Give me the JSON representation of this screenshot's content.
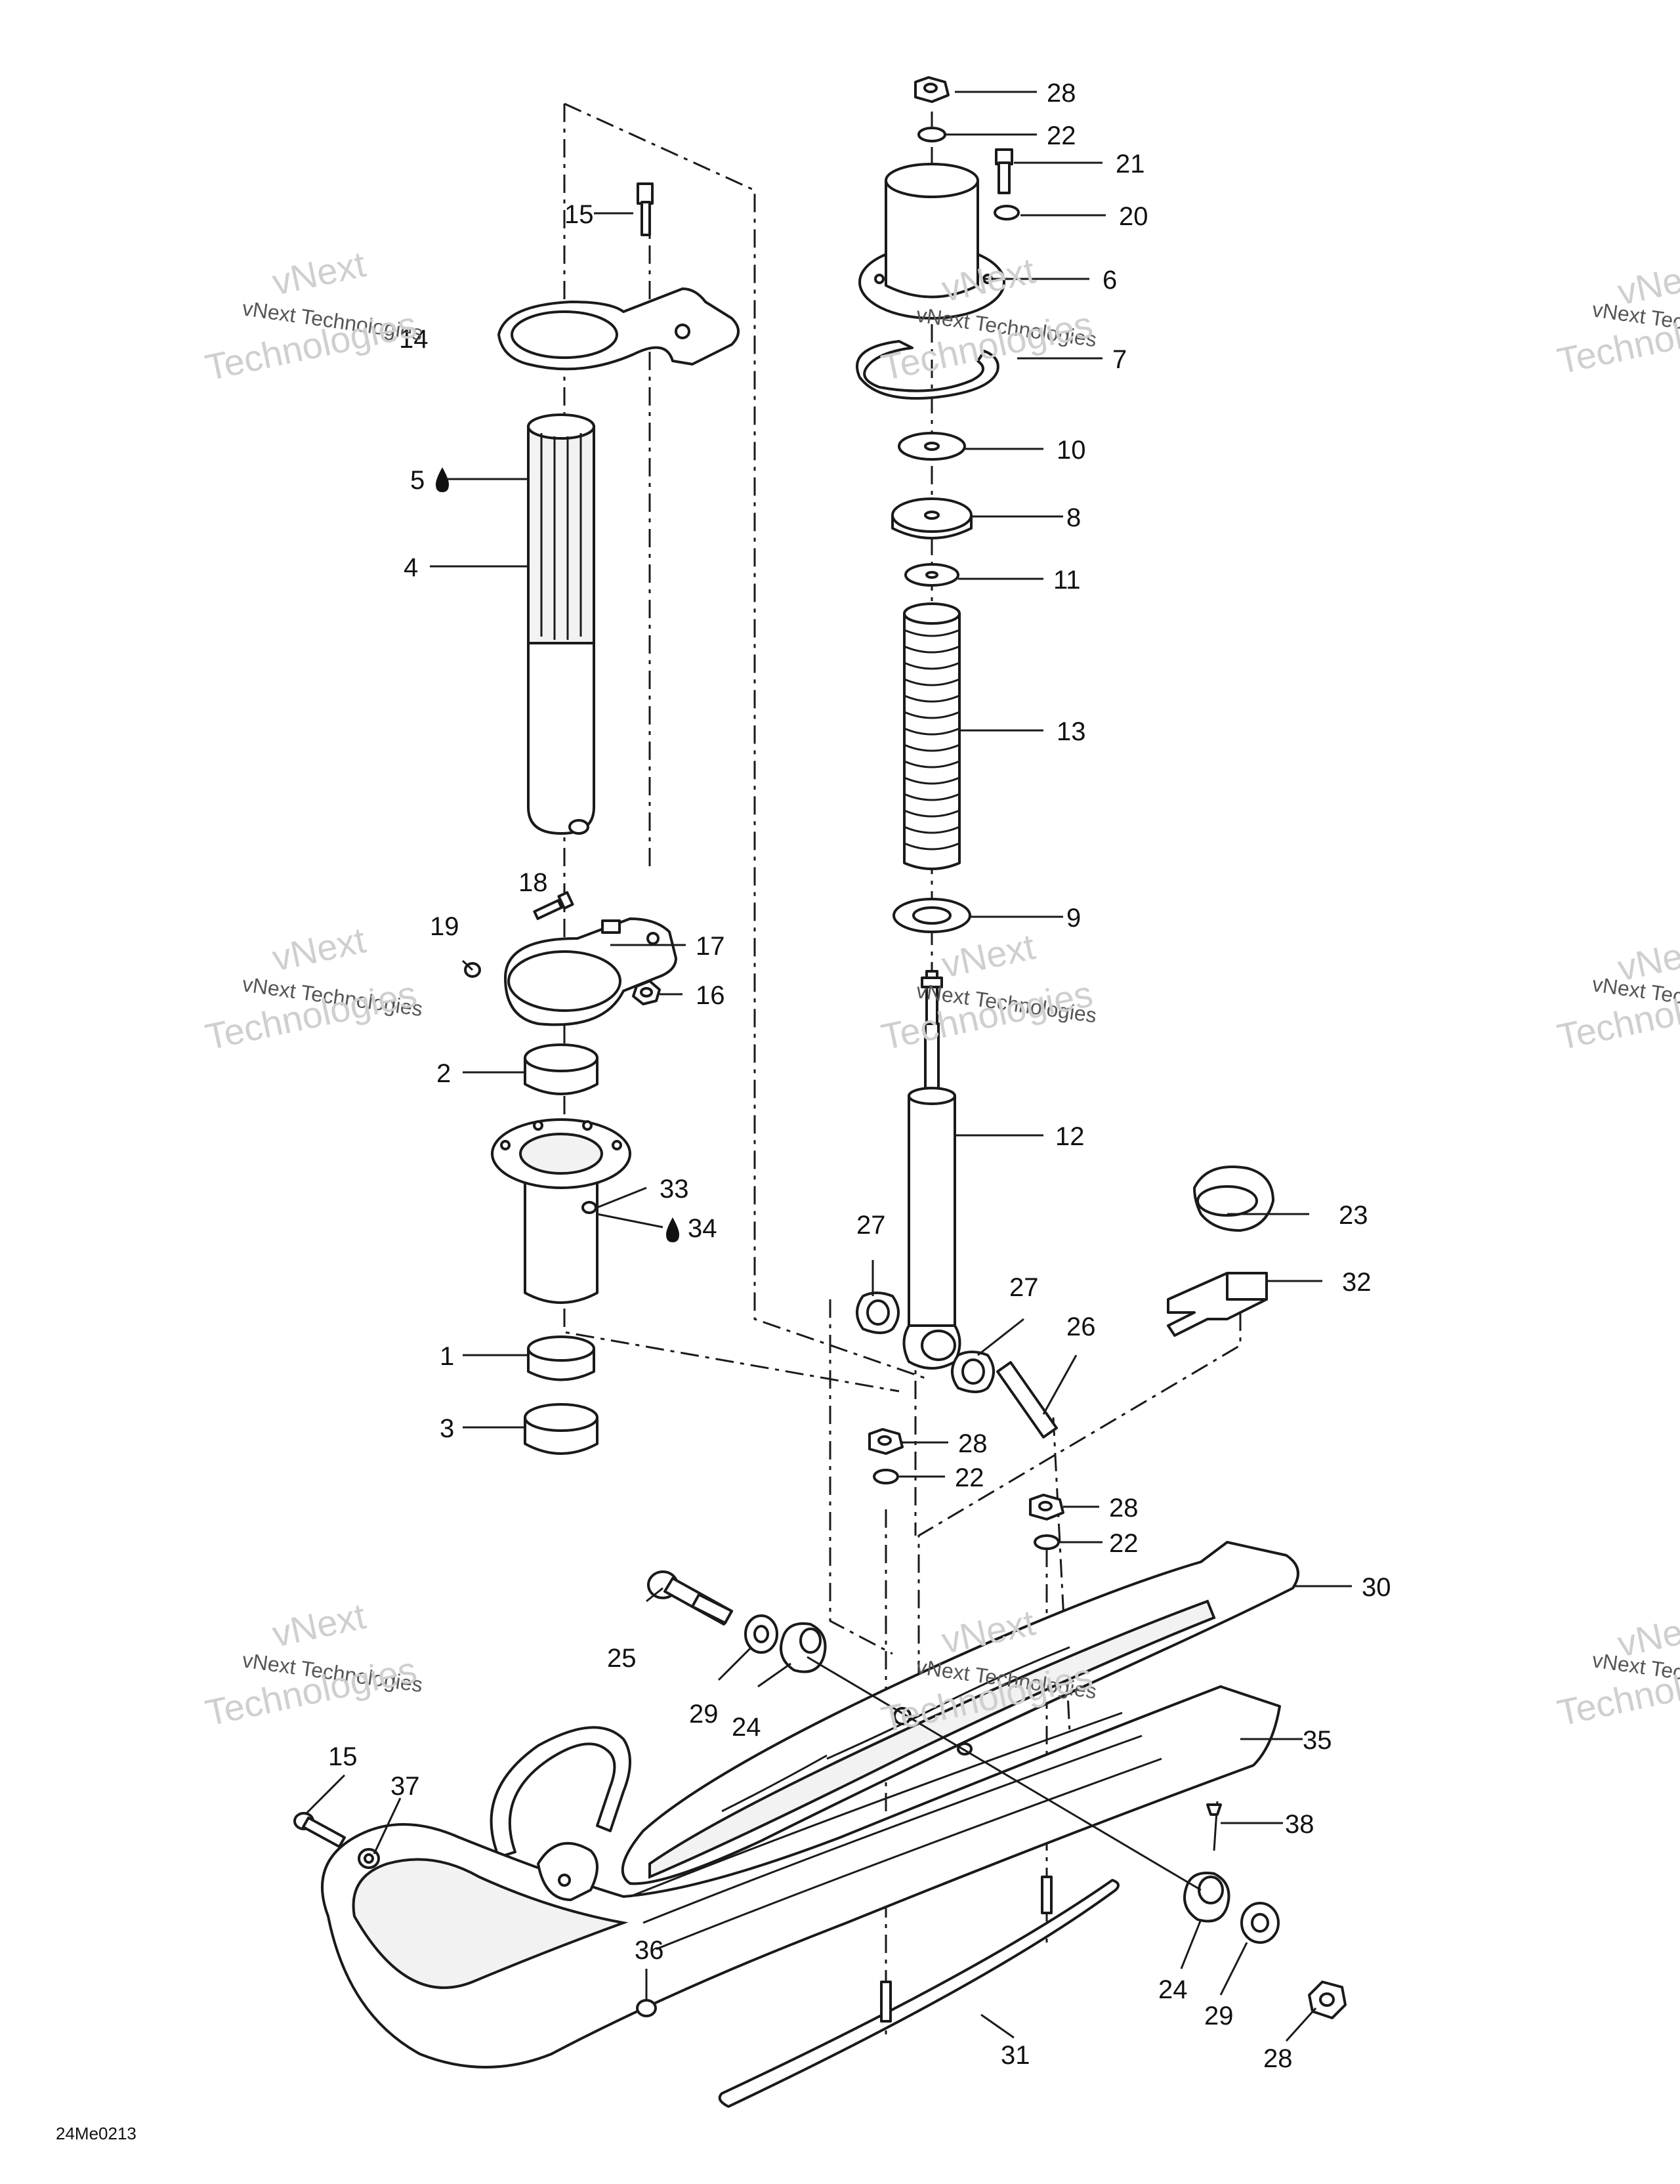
{
  "figure_code": "24Me0213",
  "watermark": {
    "line1": "vNext Technologies",
    "line2": "Technologies",
    "line0": "vNext"
  },
  "callouts": {
    "p1": "1",
    "p2": "2",
    "p3": "3",
    "p4": "4",
    "p5": "5",
    "p6": "6",
    "p7": "7",
    "p8": "8",
    "p9": "9",
    "p10": "10",
    "p11": "11",
    "p12": "12",
    "p13": "13",
    "p14": "14",
    "p15a": "15",
    "p15b": "15",
    "p16": "16",
    "p17": "17",
    "p18": "18",
    "p19": "19",
    "p20": "20",
    "p21": "21",
    "p22a": "22",
    "p22b": "22",
    "p22c": "22",
    "p23": "23",
    "p24a": "24",
    "p24b": "24",
    "p25": "25",
    "p26": "26",
    "p27a": "27",
    "p27b": "27",
    "p28a": "28",
    "p28b": "28",
    "p28c": "28",
    "p28d": "28",
    "p29a": "29",
    "p29b": "29",
    "p30": "30",
    "p31": "31",
    "p32": "32",
    "p33": "33",
    "p34": "34",
    "p35": "35",
    "p36": "36",
    "p37": "37",
    "p38": "38"
  }
}
